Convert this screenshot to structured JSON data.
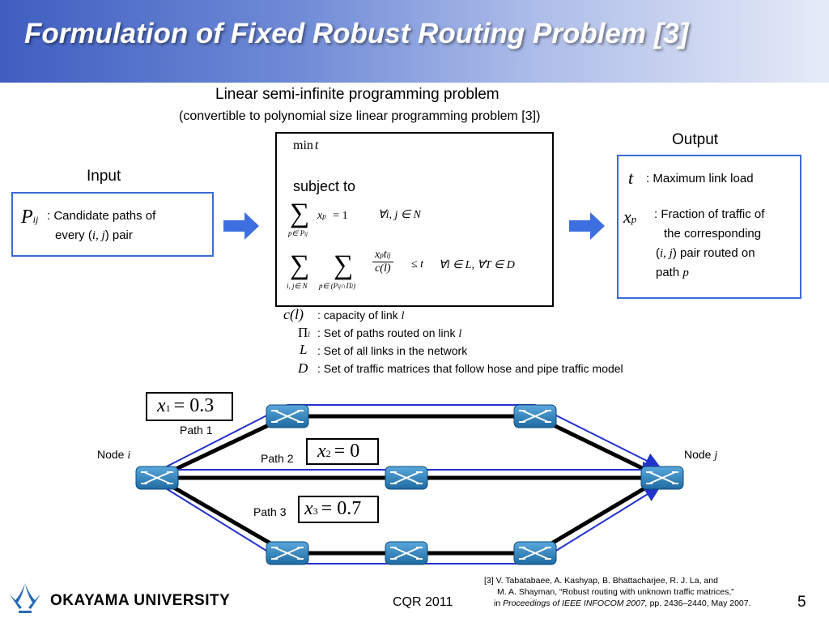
{
  "title": "Formulation of Fixed Robust Routing Problem [3]",
  "problem": {
    "heading": "Linear semi-infinite programming problem",
    "subheading": "(convertible to polynomial size linear programming problem [3])"
  },
  "input": {
    "label": "Input",
    "symbol": "P",
    "symbol_sub": "ij",
    "desc_1": ": Candidate paths of",
    "desc_2a": "every (",
    "desc_2b": "i, j",
    "desc_2c": ") pair"
  },
  "formulation": {
    "objective_min": "min",
    "objective_var": "t",
    "subject_to": "subject to",
    "c1_sub": "p∈ P",
    "c1_sub2": "ij",
    "c1_lhs": "x",
    "c1_lhs_sub": "p",
    "c1_rhs": "= 1",
    "c1_forall": "∀i, j ∈ N",
    "c2_sub1": "i, j∈ N",
    "c2_sub2": "p∈ (P",
    "c2_sub2b": "ij",
    "c2_sub2c": "∩Π",
    "c2_sub2d": "l",
    "c2_sub2e": ")",
    "c2_num": "x",
    "c2_num_sub": "p",
    "c2_num2": "t",
    "c2_num2_sub": "ij",
    "c2_den": "c(l)",
    "c2_rel": "≤ t",
    "c2_forall": "∀l ∈ L, ∀T ∈ D"
  },
  "output": {
    "label": "Output",
    "t_symbol": "t",
    "t_desc": ": Maximum link load",
    "x_symbol": "x",
    "x_sub": "p",
    "x_desc_1": ": Fraction of traffic of",
    "x_desc_2": "the corresponding",
    "x_desc_3a": "(",
    "x_desc_3b": "i, j",
    "x_desc_3c": ") pair routed on",
    "x_desc_4a": "path ",
    "x_desc_4b": "p"
  },
  "legend": [
    {
      "symbol": "c(l)",
      "text": ": capacity of link ",
      "var": "l"
    },
    {
      "symbol": "Π",
      "sub": "l",
      "text": ": Set of paths routed on link ",
      "var": "l"
    },
    {
      "symbol": "L",
      "text": ": Set of all links in the network",
      "var": ""
    },
    {
      "symbol": "D",
      "text": ": Set of traffic matrices that follow hose and pipe traffic model",
      "var": ""
    }
  ],
  "network": {
    "node_i_label": "Node ",
    "node_i_var": "i",
    "node_j_label": "Node ",
    "node_j_var": "j",
    "paths": [
      {
        "label": "Path 1",
        "var": "x",
        "sub": "1",
        "value": "= 0.3"
      },
      {
        "label": "Path 2",
        "var": "x",
        "sub": "2",
        "value": "= 0"
      },
      {
        "label": "Path 3",
        "var": "x",
        "sub": "3",
        "value": "= 0.7"
      }
    ]
  },
  "footer": {
    "university": "OKAYAMA  UNIVERSITY",
    "event": "CQR 2011",
    "page": "5",
    "ref_1": "[3] V. Tabatabaee, A. Kashyap, B. Bhattacharjee, R. J. La, and",
    "ref_2": "M. A. Shayman, “Robust routing with unknown traffic matrices,”",
    "ref_3a": "in ",
    "ref_3b": "Proceedings of IEEE INFOCOM 2007,",
    "ref_3c": "  pp. 2436–2440, May 2007."
  },
  "colors": {
    "accent": "#3a6bd8",
    "arrow": "#3d6fe0",
    "router": "#2a7fb8"
  }
}
